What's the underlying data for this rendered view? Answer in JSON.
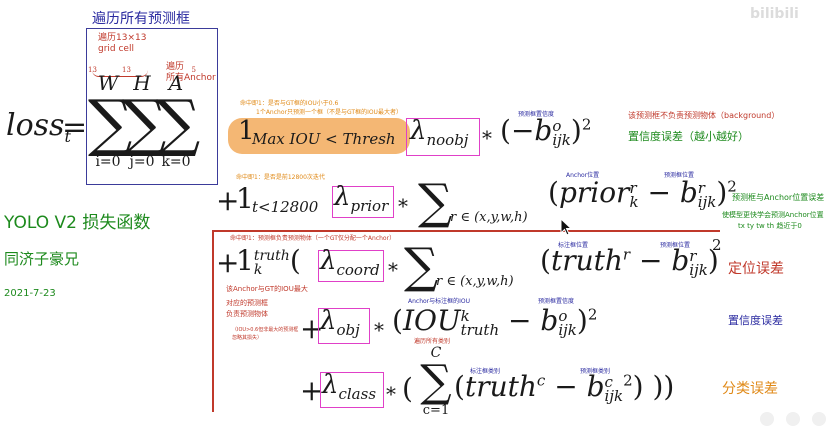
{
  "watermark": "bilibili",
  "top_note": "遍历所有预测框",
  "grid_note_1": "遍历13×13",
  "grid_note_2": "grid cell",
  "anchor_note_1": "遍历",
  "anchor_note_2": "所有Anchor",
  "idx": {
    "W": "W",
    "H": "H",
    "A": "A",
    "w13": "13",
    "h13": "13",
    "a5": "5",
    "i0": "i=0",
    "j0": "j=0",
    "k0": "k=0",
    "c1": "c=1",
    "C": "C"
  },
  "loss_label": "loss",
  "loss_sub": "t",
  "eq": "=",
  "side_title": "YOLO V2 损失函数",
  "side_author": "同济子豪兄",
  "side_date": "2021-7-23",
  "row1": {
    "note_a": "命中即1：是否与GT框的IOU小于0.6",
    "note_b": "1个Anchor只预测一个框（不是与GT框的IOU最大者）",
    "ind": "1",
    "cond": "Max IOU < Thresh",
    "lambda": "λ",
    "lambda_sub": "noobj",
    "times": "*",
    "open": "(",
    "neg_b": "−b",
    "b_sup": "o",
    "b_sub": "ijk",
    "close": ")",
    "sq": "2",
    "pred_note": "预测框置信度",
    "desc1": "该预测框不负责预测物体（background）",
    "desc2": "置信度误差（越小越好）"
  },
  "row2": {
    "note": "命中即1：是否是前12800次迭代",
    "plus": "+",
    "ind": "1",
    "cond": "t<12800",
    "lambda_sub": "prior",
    "sum_sub": "r ∈ (x,y,w,h)",
    "prior": "prior",
    "prior_sup": "r",
    "prior_sub": "k",
    "minus": "−",
    "b": "b",
    "b_sup": "r",
    "b_sub": "ijk",
    "anchor_note": "Anchor位置",
    "pred_note": "预测框位置",
    "desc1": "预测框与Anchor位置误差",
    "desc2": "使模型更快学会预测Anchor位置",
    "desc3": "tx ty tw th 趋近于0"
  },
  "row3": {
    "note": "命中即1：预测框负责预测物体（一个GT仅分配一个Anchor）",
    "plus": "+",
    "ind": "1",
    "ind_sup": "truth",
    "ind_sub": "k",
    "open": "(",
    "lambda_sub": "coord",
    "sum_sub": "r ∈ (x,y,w,h)",
    "truth": "truth",
    "truth_sup": "r",
    "minus": "−",
    "b": "b",
    "b_sup": "r",
    "b_sub": "ijk",
    "sq": "2",
    "label_note": "标注框位置",
    "pred_note": "预测框位置",
    "desc": "定位误差",
    "left_note1": "该Anchor与GT的IOU最大",
    "left_note2": "对应的预测框",
    "left_note3": "负责预测物体",
    "left_note4": "（IOU>0.6但非最大的预测框",
    "left_note5": "忽略其损失）"
  },
  "row4": {
    "plus": "+",
    "lambda_sub": "obj",
    "times": "*",
    "open": "(",
    "iou": "IOU",
    "iou_sup": "k",
    "iou_sub": "truth",
    "minus": "−",
    "b": "b",
    "b_sup": "o",
    "b_sub": "ijk",
    "close": ")",
    "sq": "2",
    "iou_note": "Anchor与标注框的IOU",
    "pred_note": "预测框置信度",
    "desc": "置信度误差"
  },
  "row5": {
    "plus": "+",
    "lambda_sub": "class",
    "times": "*",
    "open": "(",
    "truth": "truth",
    "truth_sup": "c",
    "minus": "−",
    "b": "b",
    "b_sup": "c",
    "b_sub": "ijk",
    "sq": "2",
    "close": "))",
    "cls_note": "遍历所有类别",
    "label_note": "标注框类别",
    "pred_note": "预测框类别",
    "desc": "分类误差"
  },
  "colors": {
    "blue": "#2a2aa0",
    "green": "#1d8a1d",
    "orange": "#e08a18",
    "red": "#c0392b",
    "pink": "#e040c8",
    "highlight": "#f4b774"
  }
}
